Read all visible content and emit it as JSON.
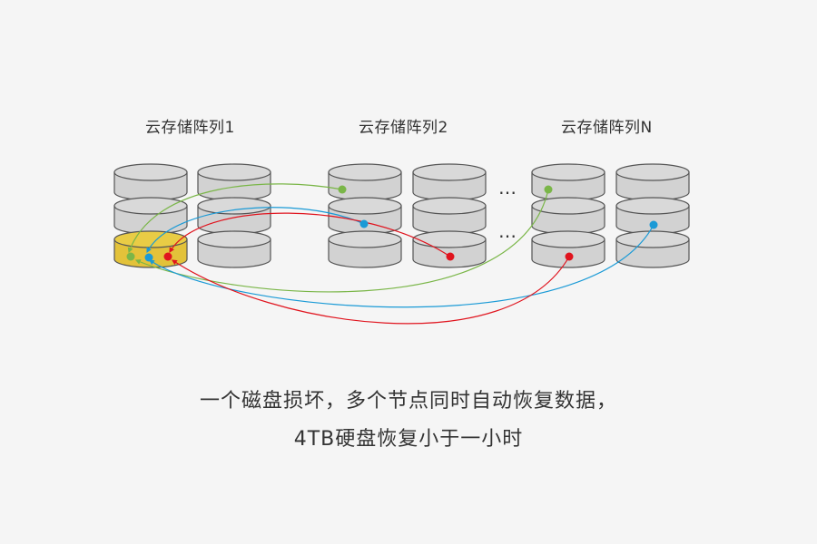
{
  "groups": [
    {
      "label": "云存储阵列1"
    },
    {
      "label": "云存储阵列2"
    },
    {
      "label": "云存储阵列N"
    }
  ],
  "ellipsis": "…",
  "caption": {
    "line1": "一个磁盘损坏，多个节点同时自动恢复数据，",
    "line2": "4TB硬盘恢复小于一小时"
  },
  "colors": {
    "background": "#f5f5f5",
    "disk": "#d2d2d2",
    "failed_disk": "#e3c23a",
    "green": "#7ab648",
    "blue": "#1a9ad6",
    "red": "#e0141e"
  }
}
